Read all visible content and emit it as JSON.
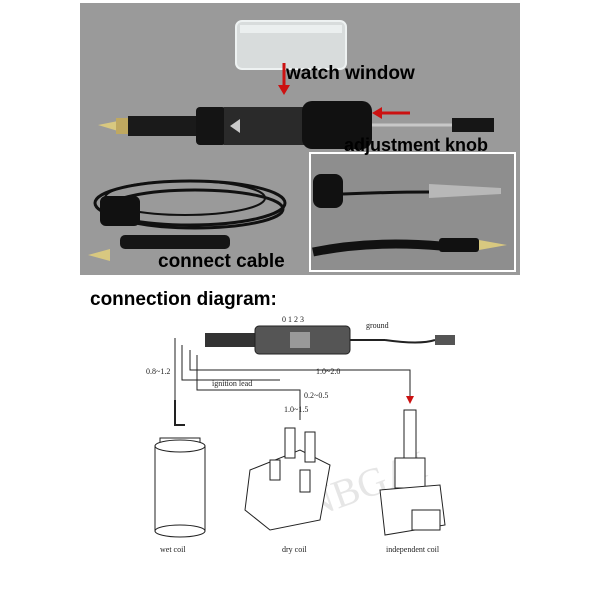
{
  "photo": {
    "watch_window_label": "watch window",
    "adjustment_knob_label": "adjustment knob",
    "connect_cable_label": "connect cable",
    "arrow_color": "#cc1111"
  },
  "diagram": {
    "title": "connection diagram:",
    "scale_label": "0  1  2  3",
    "ground_label": "ground",
    "gap_wet": "0.8~1.2",
    "ignition_lead": "ignition lead",
    "gap_dry_a": "0.2~0.5",
    "gap_dry_b": "1.0~1.5",
    "gap_independent": "1.0~2.0",
    "wet_coil": "wet coil",
    "dry_coil": "dry coil",
    "independent_coil": "independent coil"
  },
  "watermark": "CNBGAI"
}
